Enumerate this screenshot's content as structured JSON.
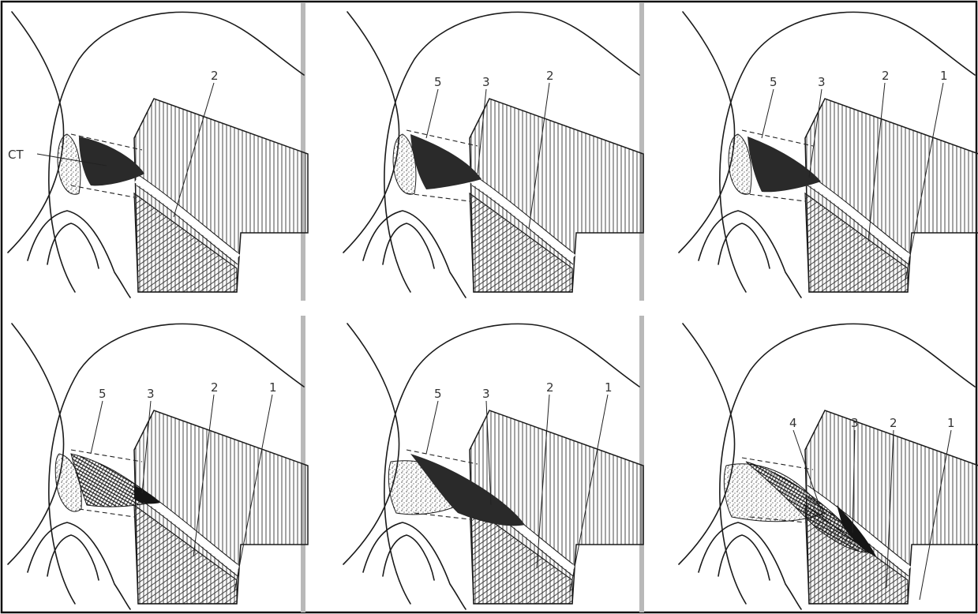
{
  "panels": [
    {
      "id": "p1",
      "stage": 1,
      "labels": [
        "CT",
        "2"
      ]
    },
    {
      "id": "p2",
      "stage": 2,
      "labels": [
        "5",
        "3",
        "2"
      ]
    },
    {
      "id": "p3",
      "stage": 3,
      "labels": [
        "5",
        "3",
        "2",
        "1"
      ]
    },
    {
      "id": "p4",
      "stage": 4,
      "labels": [
        "5",
        "3",
        "2",
        "1"
      ]
    },
    {
      "id": "p5",
      "stage": 5,
      "labels": [
        "5",
        "3",
        "2",
        "1"
      ]
    },
    {
      "id": "p6",
      "stage": 6,
      "labels": [
        "4",
        "3",
        "2",
        "1"
      ]
    }
  ],
  "colors": {
    "line": "#1a1a1a",
    "divider": "#b9b9b9",
    "label": "#333333"
  }
}
